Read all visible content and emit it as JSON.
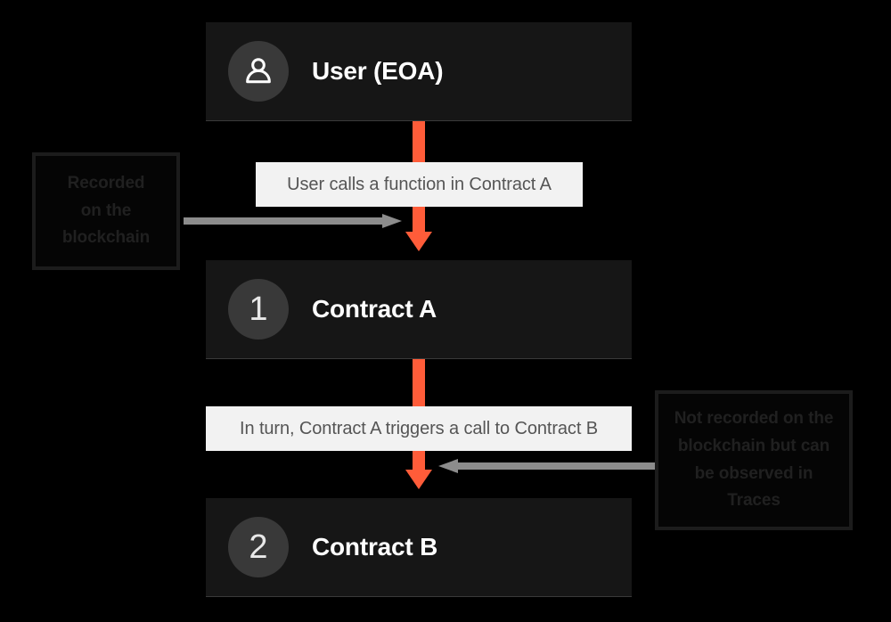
{
  "diagram": {
    "title": "Transaction call flow: User to Contract A to Contract B",
    "background_color": "#000000",
    "accent_color": "#ff5c39",
    "node_color": "#161616",
    "badge_color": "#393939",
    "label_color": "#f2f2f2",
    "annotation_arrow_color": "#8c8c8c"
  },
  "nodes": [
    {
      "id": "user",
      "badge_icon": "person-icon",
      "badge_text": "",
      "title": "User (EOA)"
    },
    {
      "id": "contract-a",
      "badge_icon": "number-badge",
      "badge_text": "1",
      "title": "Contract A"
    },
    {
      "id": "contract-b",
      "badge_icon": "number-badge",
      "badge_text": "2",
      "title": "Contract B"
    }
  ],
  "edge_labels": [
    {
      "id": "edge-1",
      "text": "User calls a function in Contract A"
    },
    {
      "id": "edge-2",
      "text": "In turn, Contract A triggers a call to Contract B"
    }
  ],
  "annotations": [
    {
      "id": "note-recorded",
      "position": "left",
      "arrow_direction": "right",
      "lines": [
        "Recorded",
        "on the",
        "blockchain"
      ],
      "full_text": "Recorded on the blockchain"
    },
    {
      "id": "note-not-recorded",
      "position": "right",
      "arrow_direction": "left",
      "lines": [
        "Not recorded on the",
        "blockchain but can",
        "be observed in",
        "Traces"
      ],
      "full_text": "Not recorded on the blockchain but can be observed in Traces"
    }
  ]
}
